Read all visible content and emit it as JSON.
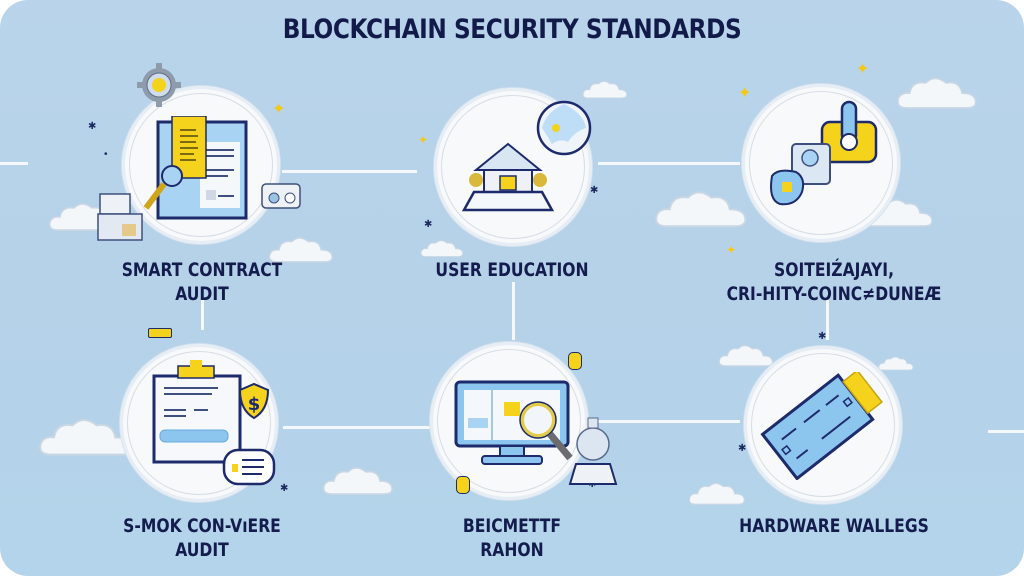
{
  "title": "BLOCKCHAIN SECURITY STANDARDS",
  "colors": {
    "background": "#b7d3ea",
    "title_text": "#121a4a",
    "label_text": "#141b4d",
    "accent_yellow": "#f5d21c",
    "accent_blue": "#8cc6ef",
    "outline_navy": "#1d2a6b",
    "circle_fill": "#f7f9fb"
  },
  "nodes": [
    {
      "id": "smart-contract-audit",
      "label_line1": "SMART CONTRACT",
      "label_line2": "AUDIT",
      "icon": "document-magnifier-icon"
    },
    {
      "id": "user-education",
      "label_line1": "USER EDUCATION",
      "label_line2": "",
      "icon": "bank-building-globe-icon"
    },
    {
      "id": "security-coin-bundle",
      "label_line1": "SOITEIŹAJAYI,",
      "label_line2": "CRI-HITY-COINC≠DUNEÆ",
      "icon": "hardware-joystick-icon"
    },
    {
      "id": "smok-conv-audit",
      "label_line1": "S-MOK CON-VıERE",
      "label_line2": "AUDIT",
      "icon": "clipboard-shield-dollar-icon"
    },
    {
      "id": "beicmettf-rahon",
      "label_line1": "BEICMETTF",
      "label_line2": "RAHON",
      "icon": "monitor-magnifier-icon"
    },
    {
      "id": "hardware-wallets",
      "label_line1": "HARDWARE WALLEGS",
      "label_line2": "",
      "icon": "hardware-wallet-card-icon"
    }
  ]
}
